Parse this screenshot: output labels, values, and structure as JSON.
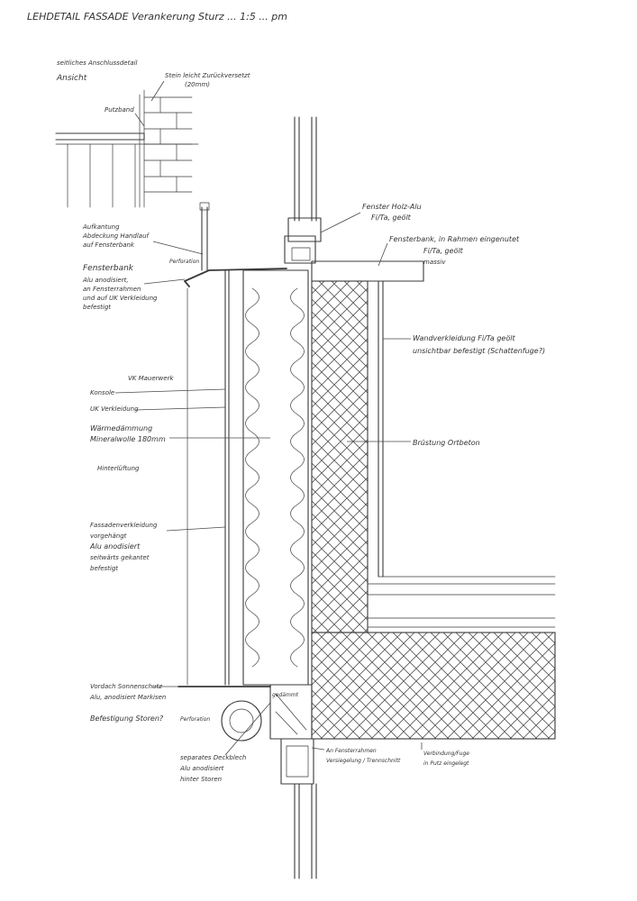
{
  "sheet": {
    "header": "LEHDETAIL FASSADE Verankerung Sturz ... 1:5 ... pm",
    "colors": {
      "ink": "#3a3a3a",
      "paper": "#ffffff"
    }
  },
  "inset": {
    "title": "seitliches Anschlussdetail",
    "subtitle": "Ansicht",
    "labels": {
      "stein": "Stein leicht Zurückversetzt",
      "stein_mm": "(20mm)",
      "putzband": "Putzband"
    }
  },
  "annotations": {
    "fenster_holz_alu": "Fenster Holz-Alu",
    "fenster_holz_alu_2": "Fi/Ta, geölt",
    "fensterbank_rahmen": "Fensterbank, in Rahmen eingenutet",
    "fensterbank_rahmen_2": "Fi/Ta, geölt",
    "fensterbank_rahmen_3": "massiv",
    "aufkantung_1": "Aufkantung",
    "aufkantung_2": "Abdeckung Handlauf",
    "aufkantung_3": "auf Fensterbank",
    "perforation": "Perforation",
    "fensterbank_label": "Fensterbank",
    "fensterbank_sub_1": "Alu anodisiert,",
    "fensterbank_sub_2": "an Fensterrahmen",
    "fensterbank_sub_3": "und auf UK Verkleidung",
    "fensterbank_sub_4": "befestigt",
    "wandverkleidung_1": "Wandverkleidung Fi/Ta geölt",
    "wandverkleidung_2": "unsichtbar befestigt (Schattenfuge?)",
    "vk_mauerwerk": "VK Mauerwerk",
    "konsole": "Konsole",
    "uk_verkleidung": "UK Verkleidung",
    "waermedaemmung_1": "Wärmedämmung",
    "waermedaemmung_2": "Mineralwolle 180mm",
    "bruestung": "Brüstung Ortbeton",
    "hinterlueftung": "Hinterlüftung",
    "fassade_1": "Fassadenverkleidung",
    "fassade_2": "vorgehängt",
    "fassade_3": "Alu anodisiert",
    "fassade_4": "seitwärts gekantet",
    "fassade_5": "befestigt",
    "vordach_1": "Vordach Sonnenschutz",
    "vordach_2": "Alu, anodisiert Markisen",
    "befestigung": "Befestigung Storen?",
    "perforation_2": "Perforation",
    "gedaemmt": "gedämmt",
    "deckblech_1": "separates Deckblech",
    "deckblech_2": "Alu anodisiert",
    "deckblech_3": "hinter Storen",
    "fensterrahmen_1": "An Fensterrahmen",
    "fensterrahmen_2": "Versiegelung / Trennschnitt",
    "verbindung_1": "Verbindung/Fuge",
    "verbindung_2": "in Putz eingelegt"
  }
}
